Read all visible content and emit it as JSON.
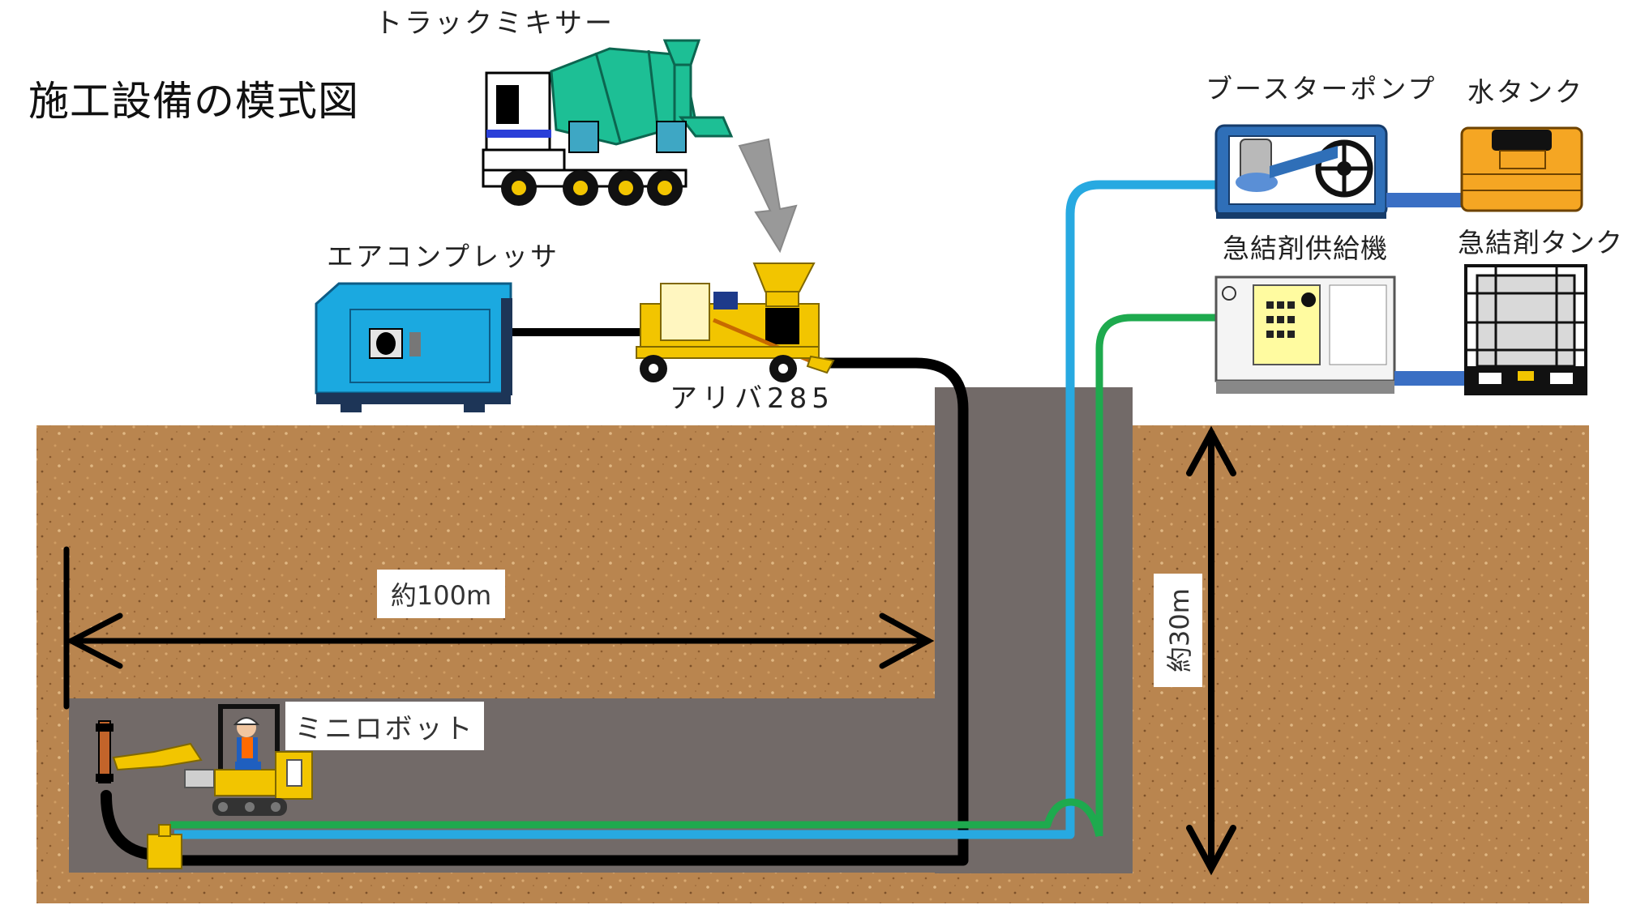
{
  "title": "施工設備の模式図",
  "labels": {
    "truck_mixer": "トラックミキサー",
    "air_compressor": "エアコンプレッサ",
    "aliva": "アリバ285",
    "booster_pump": "ブースターポンプ",
    "water_tank": "水タンク",
    "accelerator_feeder": "急結剤供給機",
    "accelerator_tank": "急結剤タンク",
    "distance_horizontal": "約100m",
    "depth_vertical": "約30m",
    "mini_robot": "ミニロボット"
  },
  "colors": {
    "ground": "#b9854f",
    "shaft": "#726a68",
    "water_line": "#27a9e1",
    "accelerator_line": "#1eaa4e",
    "concrete_line": "#000000",
    "mixer_drum": "#1dbf95",
    "compressor": "#1ba9e0",
    "aliva_body": "#f2c500",
    "booster_frame": "#2f6fb8",
    "water_tank": "#f5a623",
    "connector_pipe": "#3a6fc4",
    "arrow": "#999999"
  },
  "icons": [
    "truck-mixer-icon",
    "air-compressor-icon",
    "aliva-machine-icon",
    "booster-pump-icon",
    "water-tank-icon",
    "accelerator-feeder-icon",
    "accelerator-tank-icon",
    "mini-robot-icon",
    "worker-icon"
  ]
}
